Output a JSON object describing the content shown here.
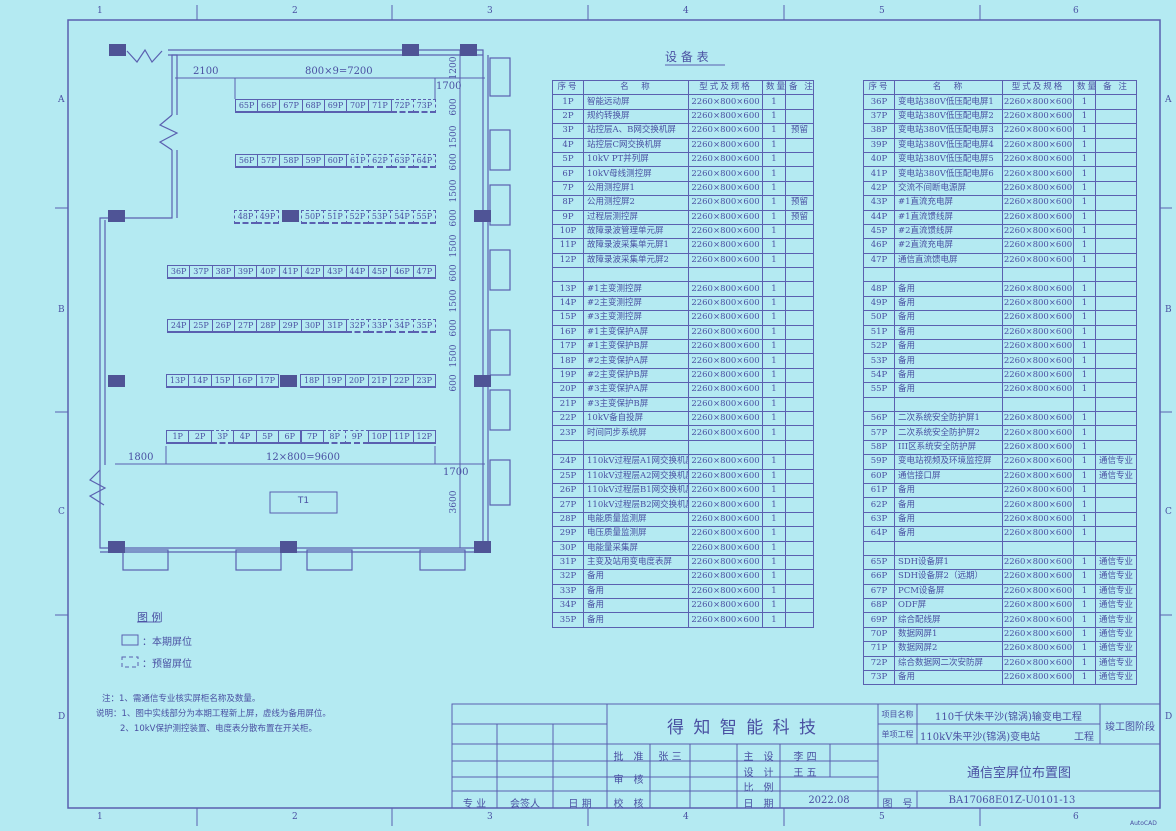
{
  "frame": {
    "col_labels": [
      "1",
      "2",
      "3",
      "4",
      "5",
      "6"
    ],
    "row_labels": [
      "A",
      "B",
      "C",
      "D"
    ],
    "software_mark": "AutoCAD"
  },
  "floor_plan": {
    "dimensions": {
      "top_left": "2100",
      "top_span": "800×9=7200",
      "top_right": "1700",
      "bottom_left": "1800",
      "bottom_span": "12×800=9600",
      "bottom_right": "1700",
      "vertical": [
        "1200",
        "600",
        "1500",
        "600",
        "1500",
        "600",
        "1500",
        "600",
        "1500",
        "600",
        "1500",
        "600",
        "3600"
      ]
    },
    "transformer_label": "T1",
    "cabinet_rows": [
      {
        "segments": [
          [
            "65P",
            "66P",
            "67P",
            "68P",
            "69P",
            "70P",
            "71P",
            "72P",
            "73P"
          ]
        ]
      },
      {
        "segments": [
          [
            "56P",
            "57P",
            "58P",
            "59P",
            "60P",
            "61P",
            "62P",
            "63P",
            "64P"
          ]
        ]
      },
      {
        "segments": [
          [
            "48P",
            "49P"
          ],
          [
            "50P",
            "51P",
            "52P",
            "53P",
            "54P",
            "55P"
          ]
        ]
      },
      {
        "segments": [
          [
            "36P",
            "37P",
            "38P",
            "39P",
            "40P",
            "41P",
            "42P",
            "43P",
            "44P",
            "45P",
            "46P",
            "47P"
          ]
        ]
      },
      {
        "segments": [
          [
            "24P",
            "25P",
            "26P",
            "27P",
            "28P",
            "29P",
            "30P",
            "31P",
            "32P",
            "33P",
            "34P",
            "35P"
          ]
        ]
      },
      {
        "segments": [
          [
            "13P",
            "14P",
            "15P",
            "16P",
            "17P"
          ],
          [
            "18P",
            "19P",
            "20P",
            "21P",
            "22P",
            "23P"
          ]
        ]
      },
      {
        "segments": [
          [
            "1P",
            "2P",
            "3P",
            "4P",
            "5P",
            "6P",
            "7P",
            "8P",
            "9P",
            "10P",
            "11P",
            "12P"
          ]
        ]
      }
    ],
    "reserved": [
      "72P",
      "73P",
      "61P",
      "62P",
      "63P",
      "64P",
      "48P",
      "49P",
      "50P",
      "51P",
      "52P",
      "53P",
      "54P",
      "55P",
      "32P",
      "33P",
      "34P",
      "35P",
      "3P",
      "8P",
      "9P"
    ]
  },
  "legend": {
    "title": "图 例",
    "current": "：本期屏位",
    "reserved": "：预留屏位"
  },
  "notes": {
    "note1": "注：1、需通信专业核实屏柜名称及数量。",
    "desc1": "说明：1、图中实线部分为本期工程新上屏，虚线为备用屏位。",
    "desc2": "2、10kV保护测控装置、电度表分散布置在开关柜。"
  },
  "equipment_table": {
    "title": "设 备 表",
    "headers": [
      "序号",
      "名　称",
      "型式及规格",
      "数量",
      "备 注"
    ],
    "left": {
      "groups": [
        [
          [
            "1P",
            "智能远动屏",
            "2260×800×600",
            "1",
            ""
          ],
          [
            "2P",
            "规约转换屏",
            "2260×800×600",
            "1",
            ""
          ],
          [
            "3P",
            "站控层A、B网交换机屏",
            "2260×800×600",
            "1",
            "预留"
          ],
          [
            "4P",
            "站控层C网交换机屏",
            "2260×800×600",
            "1",
            ""
          ],
          [
            "5P",
            "10kV PT并列屏",
            "2260×800×600",
            "1",
            ""
          ],
          [
            "6P",
            "10kV母线测控屏",
            "2260×800×600",
            "1",
            ""
          ],
          [
            "7P",
            "公用测控屏1",
            "2260×800×600",
            "1",
            ""
          ],
          [
            "8P",
            "公用测控屏2",
            "2260×800×600",
            "1",
            "预留"
          ],
          [
            "9P",
            "过程层测控屏",
            "2260×800×600",
            "1",
            "预留"
          ],
          [
            "10P",
            "故障录波管理单元屏",
            "2260×800×600",
            "1",
            ""
          ],
          [
            "11P",
            "故障录波采集单元屏1",
            "2260×800×600",
            "1",
            ""
          ],
          [
            "12P",
            "故障录波采集单元屏2",
            "2260×800×600",
            "1",
            ""
          ]
        ],
        [
          [
            "13P",
            "#1主变测控屏",
            "2260×800×600",
            "1",
            ""
          ],
          [
            "14P",
            "#2主变测控屏",
            "2260×800×600",
            "1",
            ""
          ],
          [
            "15P",
            "#3主变测控屏",
            "2260×800×600",
            "1",
            ""
          ],
          [
            "16P",
            "#1主变保护A屏",
            "2260×800×600",
            "1",
            ""
          ],
          [
            "17P",
            "#1主变保护B屏",
            "2260×800×600",
            "1",
            ""
          ],
          [
            "18P",
            "#2主变保护A屏",
            "2260×800×600",
            "1",
            ""
          ],
          [
            "19P",
            "#2主变保护B屏",
            "2260×800×600",
            "1",
            ""
          ],
          [
            "20P",
            "#3主变保护A屏",
            "2260×800×600",
            "1",
            ""
          ],
          [
            "21P",
            "#3主变保护B屏",
            "2260×800×600",
            "1",
            ""
          ],
          [
            "22P",
            "10kV备自投屏",
            "2260×800×600",
            "1",
            ""
          ],
          [
            "23P",
            "时间同步系统屏",
            "2260×800×600",
            "1",
            ""
          ]
        ],
        [
          [
            "24P",
            "110kV过程层A1网交换机屏",
            "2260×800×600",
            "1",
            ""
          ],
          [
            "25P",
            "110kV过程层A2网交换机屏",
            "2260×800×600",
            "1",
            ""
          ],
          [
            "26P",
            "110kV过程层B1网交换机屏",
            "2260×800×600",
            "1",
            ""
          ],
          [
            "27P",
            "110kV过程层B2网交换机屏",
            "2260×800×600",
            "1",
            ""
          ],
          [
            "28P",
            "电能质量监测屏",
            "2260×800×600",
            "1",
            ""
          ],
          [
            "29P",
            "电压质量监测屏",
            "2260×800×600",
            "1",
            ""
          ],
          [
            "30P",
            "电能量采集屏",
            "2260×800×600",
            "1",
            ""
          ],
          [
            "31P",
            "主变及站用变电度表屏",
            "2260×800×600",
            "1",
            ""
          ],
          [
            "32P",
            "备用",
            "2260×800×600",
            "1",
            ""
          ],
          [
            "33P",
            "备用",
            "2260×800×600",
            "1",
            ""
          ],
          [
            "34P",
            "备用",
            "2260×800×600",
            "1",
            ""
          ],
          [
            "35P",
            "备用",
            "2260×800×600",
            "1",
            ""
          ]
        ]
      ]
    },
    "right": {
      "groups": [
        [
          [
            "36P",
            "变电站380V低压配电屏1",
            "2260×800×600",
            "1",
            ""
          ],
          [
            "37P",
            "变电站380V低压配电屏2",
            "2260×800×600",
            "1",
            ""
          ],
          [
            "38P",
            "变电站380V低压配电屏3",
            "2260×800×600",
            "1",
            ""
          ],
          [
            "39P",
            "变电站380V低压配电屏4",
            "2260×800×600",
            "1",
            ""
          ],
          [
            "40P",
            "变电站380V低压配电屏5",
            "2260×800×600",
            "1",
            ""
          ],
          [
            "41P",
            "变电站380V低压配电屏6",
            "2260×800×600",
            "1",
            ""
          ],
          [
            "42P",
            "交流不间断电源屏",
            "2260×800×600",
            "1",
            ""
          ],
          [
            "43P",
            "#1直流充电屏",
            "2260×800×600",
            "1",
            ""
          ],
          [
            "44P",
            "#1直流馈线屏",
            "2260×800×600",
            "1",
            ""
          ],
          [
            "45P",
            "#2直流馈线屏",
            "2260×800×600",
            "1",
            ""
          ],
          [
            "46P",
            "#2直流充电屏",
            "2260×800×600",
            "1",
            ""
          ],
          [
            "47P",
            "通信直流馈电屏",
            "2260×800×600",
            "1",
            ""
          ]
        ],
        [
          [
            "48P",
            "备用",
            "2260×800×600",
            "1",
            ""
          ],
          [
            "49P",
            "备用",
            "2260×800×600",
            "1",
            ""
          ],
          [
            "50P",
            "备用",
            "2260×800×600",
            "1",
            ""
          ],
          [
            "51P",
            "备用",
            "2260×800×600",
            "1",
            ""
          ],
          [
            "52P",
            "备用",
            "2260×800×600",
            "1",
            ""
          ],
          [
            "53P",
            "备用",
            "2260×800×600",
            "1",
            ""
          ],
          [
            "54P",
            "备用",
            "2260×800×600",
            "1",
            ""
          ],
          [
            "55P",
            "备用",
            "2260×800×600",
            "1",
            ""
          ]
        ],
        [
          [
            "56P",
            "二次系统安全防护屏1",
            "2260×800×600",
            "1",
            ""
          ],
          [
            "57P",
            "二次系统安全防护屏2",
            "2260×800×600",
            "1",
            ""
          ],
          [
            "58P",
            "III区系统安全防护屏",
            "2260×800×600",
            "1",
            ""
          ],
          [
            "59P",
            "变电站视频及环境监控屏",
            "2260×800×600",
            "1",
            "通信专业"
          ],
          [
            "60P",
            "通信接口屏",
            "2260×800×600",
            "1",
            "通信专业"
          ],
          [
            "61P",
            "备用",
            "2260×800×600",
            "1",
            ""
          ],
          [
            "62P",
            "备用",
            "2260×800×600",
            "1",
            ""
          ],
          [
            "63P",
            "备用",
            "2260×800×600",
            "1",
            ""
          ],
          [
            "64P",
            "备用",
            "2260×800×600",
            "1",
            ""
          ]
        ],
        [
          [
            "65P",
            "SDH设备屏1",
            "2260×800×600",
            "1",
            "通信专业"
          ],
          [
            "66P",
            "SDH设备屏2（远期）",
            "2260×800×600",
            "1",
            "通信专业"
          ],
          [
            "67P",
            "PCM设备屏",
            "2260×800×600",
            "1",
            "通信专业"
          ],
          [
            "68P",
            "ODF屏",
            "2260×800×600",
            "1",
            "通信专业"
          ],
          [
            "69P",
            "综合配线屏",
            "2260×800×600",
            "1",
            "通信专业"
          ],
          [
            "70P",
            "数据网屏1",
            "2260×800×600",
            "1",
            "通信专业"
          ],
          [
            "71P",
            "数据网屏2",
            "2260×800×600",
            "1",
            "通信专业"
          ],
          [
            "72P",
            "综合数据网二次安防屏",
            "2260×800×600",
            "1",
            "通信专业"
          ],
          [
            "73P",
            "备用",
            "2260×800×600",
            "1",
            "通信专业"
          ]
        ]
      ]
    }
  },
  "title_block": {
    "company": "得 知 智 能 科 技",
    "project_name_label": "项目名称",
    "project_name": "110千伏朱平沙(锦涡)输变电工程",
    "sub_project_label": "单项工程",
    "sub_project": "110kV朱平沙(锦涡)变电站",
    "sub_project_suffix": "工程",
    "stage": "竣工图阶段",
    "approve_label": "批　准",
    "approve_name": "张 三",
    "review_label": "审　核",
    "check_label": "校　核",
    "chief_label": "主　设",
    "chief_name": "李 四",
    "design_label": "设　计",
    "design_name": "王 五",
    "scale_label": "比　例",
    "date_label": "日　期",
    "date": "2022.08",
    "drawing_title": "通信室屏位布置图",
    "drawing_no_label": "图　号",
    "drawing_no": "BA17068E01Z-U0101-13",
    "countersign": [
      "专 业",
      "会签人",
      "日 期"
    ]
  }
}
